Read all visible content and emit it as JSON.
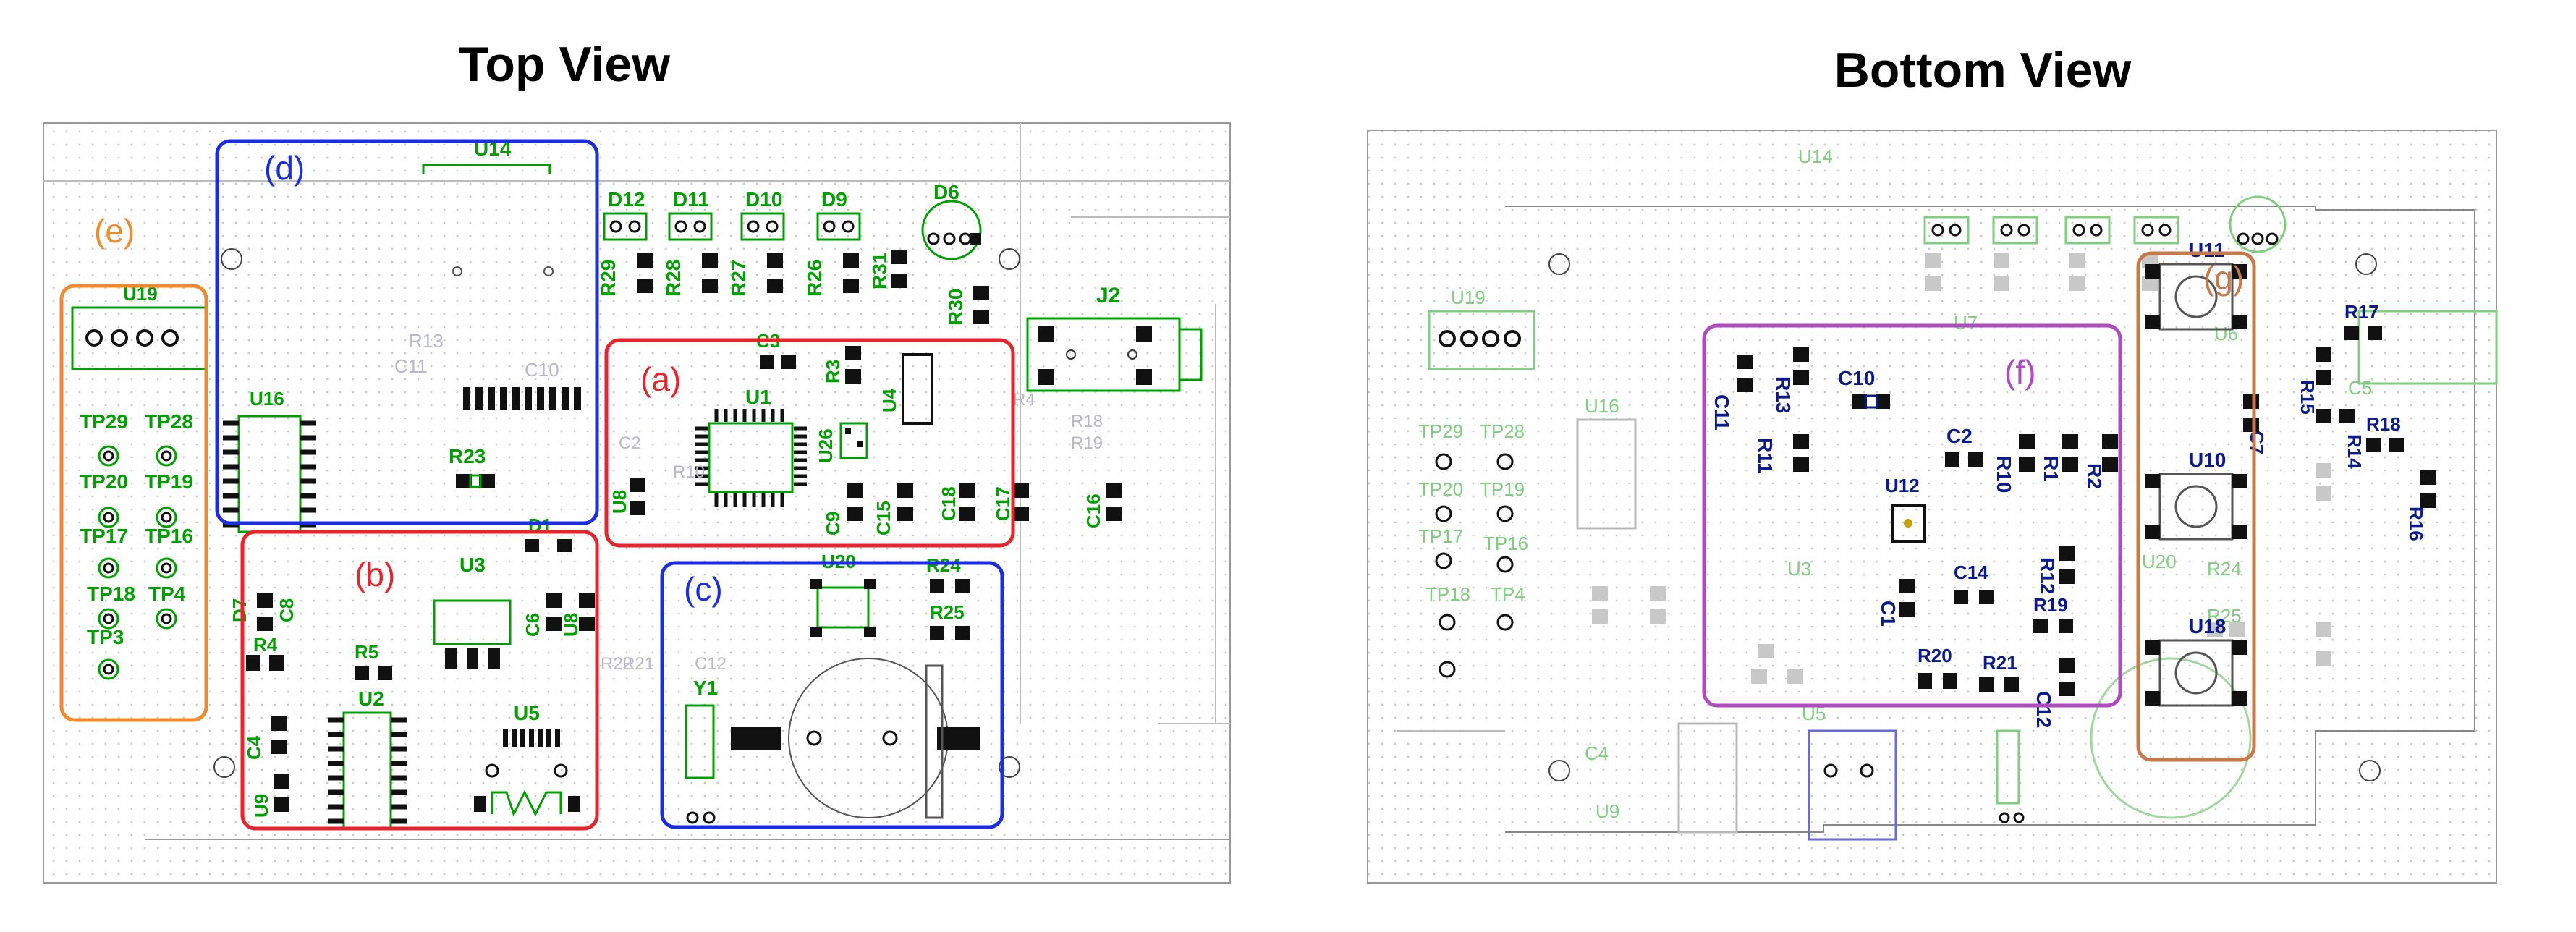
{
  "titles": {
    "top": "Top View",
    "bottom": "Bottom View"
  },
  "regions": {
    "a": "(a)",
    "b": "(b)",
    "c": "(c)",
    "d": "(d)",
    "e": "(e)",
    "f": "(f)",
    "g": "(g)"
  },
  "colors": {
    "a": "#e8232b",
    "b": "#e8232b",
    "c": "#1b2de0",
    "d": "#1b2de0",
    "e": "#f08a2a",
    "f": "#b04ac0",
    "g": "#c8784a",
    "silk": "#00a000",
    "bottom_silk": "#0a1a8a",
    "ghost": "#b8b8c8"
  },
  "top": {
    "U14": "U14",
    "D12": "D12",
    "D11": "D11",
    "D10": "D10",
    "D9": "D9",
    "D6": "D6",
    "R29": "R29",
    "R28": "R28",
    "R27": "R27",
    "R26": "R26",
    "R31": "R31",
    "R30": "R30",
    "J2": "J2",
    "U19": "U19",
    "U16": "U16",
    "R23": "R23",
    "C3": "C3",
    "R3": "R3",
    "U1": "U1",
    "U4": "U4",
    "U26": "U26",
    "U8": "U8",
    "C9": "C9",
    "C15": "C15",
    "C18": "C18",
    "C17": "C17",
    "C16": "C16",
    "TP29": "TP29",
    "TP28": "TP28",
    "TP20": "TP20",
    "TP19": "TP19",
    "TP17": "TP17",
    "TP16": "TP16",
    "TP18": "TP18",
    "TP4": "TP4",
    "TP3": "TP3",
    "D7": "D7",
    "C8": "C8",
    "R4": "R4",
    "R5": "R5",
    "U3": "U3",
    "C6": "C6",
    "U2": "U2",
    "U5": "U5",
    "C4": "C4",
    "U9": "U9",
    "D1": "D1",
    "U20": "U20",
    "R24": "R24",
    "R25": "R25",
    "Y1": "Y1"
  },
  "bottom": {
    "U11": "U11",
    "U10": "U10",
    "U18": "U18",
    "C11": "C11",
    "R13": "R13",
    "C10": "C10",
    "R11": "R11",
    "C2": "C2",
    "U12": "U12",
    "R10": "R10",
    "R1": "R1",
    "R2": "R2",
    "C1": "C1",
    "C14": "C14",
    "R12": "R12",
    "R19": "R19",
    "R20": "R20",
    "R21": "R21",
    "C12": "C12",
    "R17": "R17",
    "R15": "R15",
    "R14": "R14",
    "R18": "R18",
    "R16": "R16",
    "C7": "C7"
  }
}
